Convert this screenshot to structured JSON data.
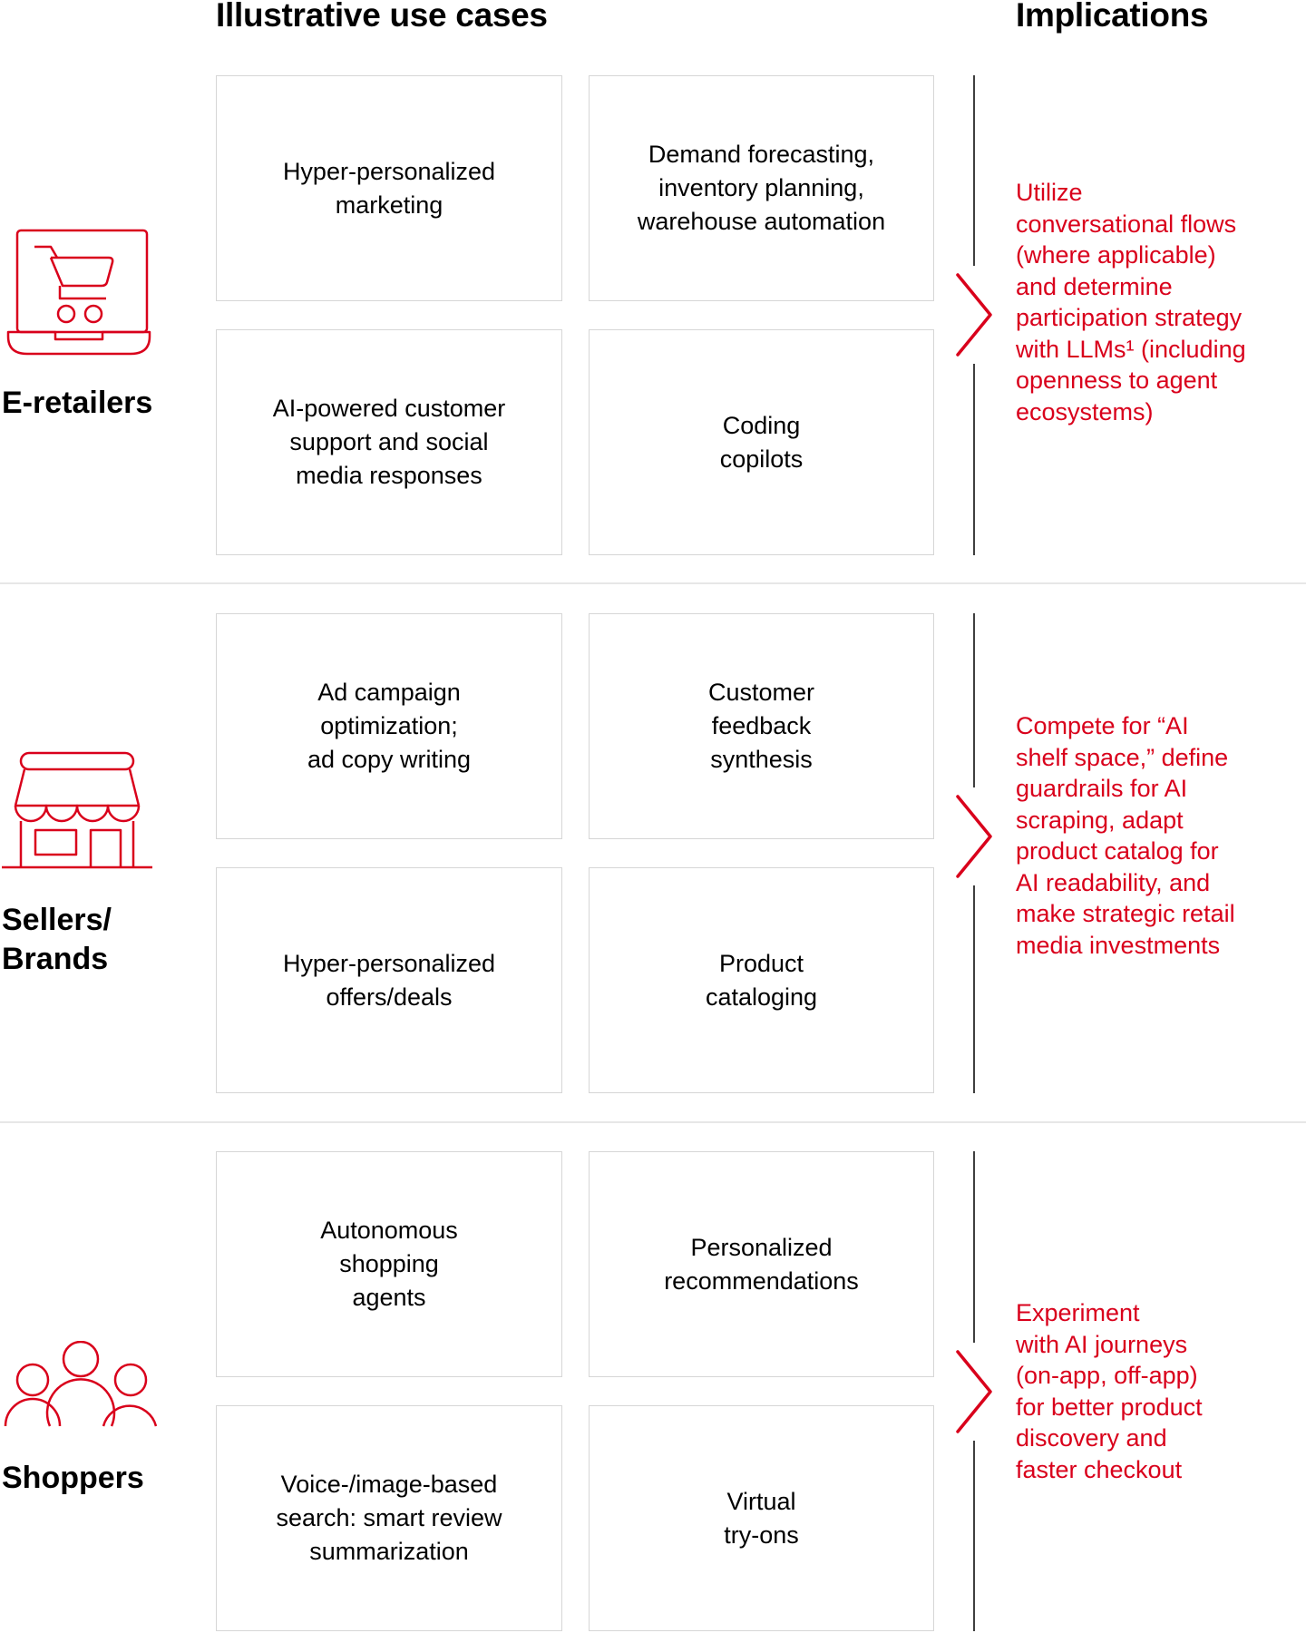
{
  "colors": {
    "accent_red": "#d9001b",
    "connector_gray": "#3f3f3f",
    "box_border": "#d6d6d6",
    "row_divider": "#e7e7e7",
    "text_black": "#000000"
  },
  "header": {
    "use_cases": "Illustrative use cases",
    "implications": "Implications"
  },
  "rows": [
    {
      "label": "E-retailers",
      "icon": "laptop-shopping-cart-icon",
      "use_cases": [
        "Hyper-personalized\nmarketing",
        "Demand forecasting,\ninventory planning,\nwarehouse automation",
        "AI-powered customer\nsupport and social\nmedia responses",
        "Coding\ncopilots"
      ],
      "implication": "Utilize\nconversational flows\n(where applicable)\nand determine\nparticipation strategy\nwith LLMs¹ (including\nopenness to agent\necosystems)"
    },
    {
      "label": "Sellers/\nBrands",
      "icon": "storefront-icon",
      "use_cases": [
        "Ad campaign\noptimization;\nad copy writing",
        "Customer\nfeedback\nsynthesis",
        "Hyper-personalized\noffers/deals",
        "Product\ncataloging"
      ],
      "implication": "Compete for “AI\nshelf space,” define\nguardrails for AI\nscraping, adapt\nproduct catalog for\nAI readability, and\nmake strategic retail\nmedia investments"
    },
    {
      "label": "Shoppers",
      "icon": "people-icon",
      "use_cases": [
        "Autonomous\nshopping\nagents",
        "Personalized\nrecommendations",
        "Voice-/image-based\nsearch: smart review\nsummarization",
        "Virtual\ntry-ons"
      ],
      "implication": "Experiment\nwith AI journeys\n(on-app, off-app)\nfor better product\ndiscovery and\nfaster checkout"
    }
  ]
}
